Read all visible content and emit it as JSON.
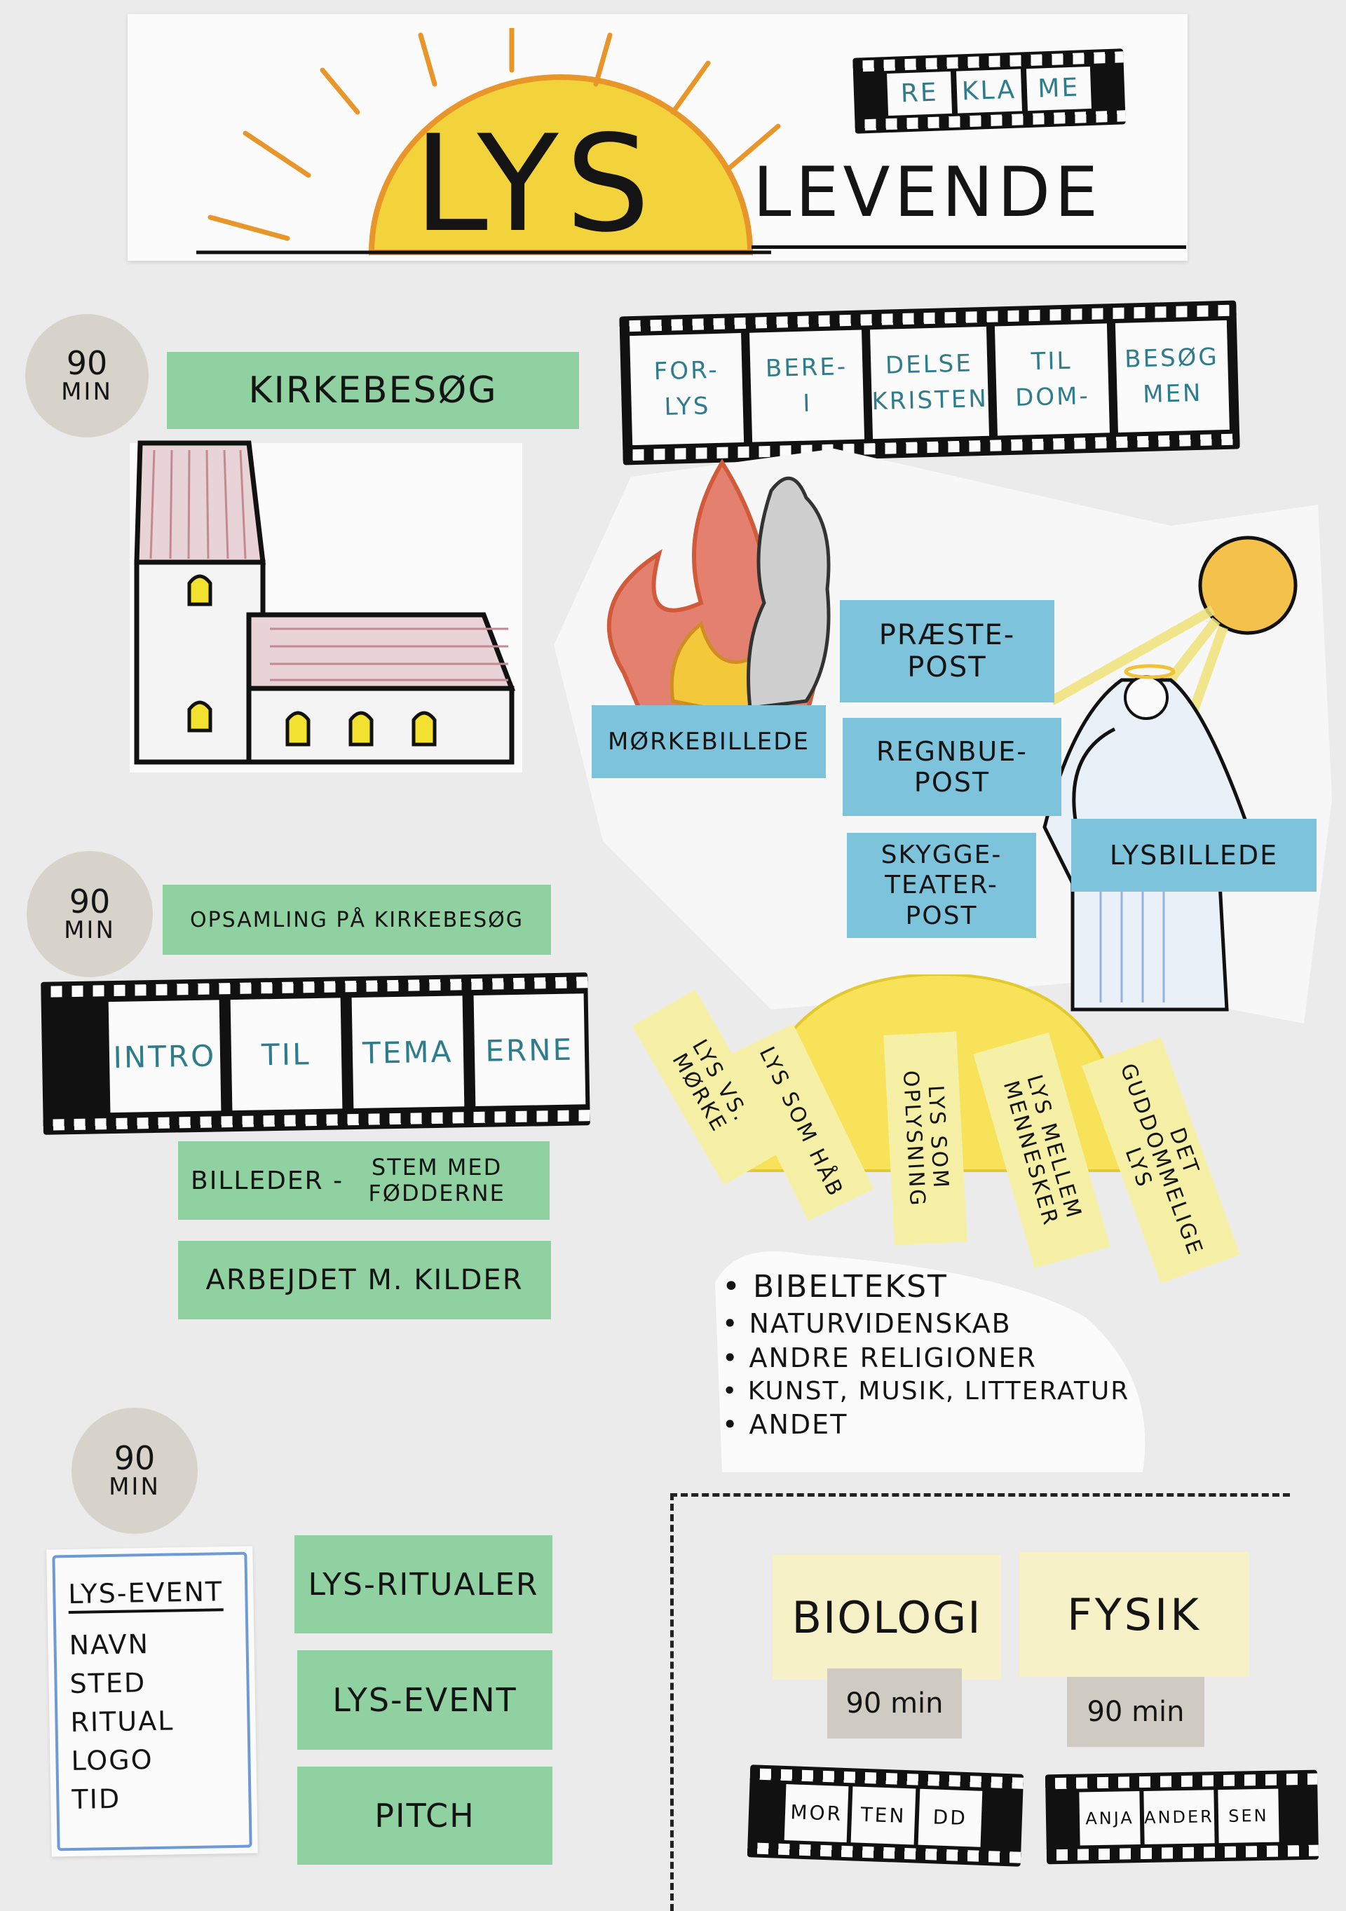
{
  "header": {
    "title_big": "LYS",
    "title_small": "LEVENDE",
    "reklame": [
      "RE",
      "KLA",
      "ME"
    ]
  },
  "section1": {
    "time": "90",
    "time_unit": "MIN",
    "kirkebesog": "KIRKEBESØG",
    "film_top": [
      "FOR-",
      "BERE-",
      "DELSE",
      "TIL",
      "BESØG"
    ],
    "film_bottom": [
      "LYS",
      "I",
      "KRISTEN",
      "DOM-",
      "MEN"
    ],
    "posts": {
      "praeste": "PRÆSTE-POST",
      "morke": "MØRKEBILLEDE",
      "regnbue": "REGNBUE-POST",
      "skygge": "SKYGGE-TEATER-POST",
      "lys": "LYSBILLEDE"
    }
  },
  "section2": {
    "time": "90",
    "time_unit": "MIN",
    "opsamling": "OPSAMLING PÅ KIRKEBESØG",
    "film": [
      "INTRO",
      "TIL",
      "TEMA",
      "ERNE"
    ],
    "billeder": "BILLEDER -",
    "stem": "STEM MED FØDDERNE",
    "arbejdet": "ARBEJDET M. KILDER",
    "themes": [
      "LYS VS. MØRKE",
      "LYS SOM HÅB",
      "LYS SOM OPLYSNING",
      "LYS MELLEM MENNESKER",
      "DET GUDDOMMELIGE LYS"
    ],
    "sources": [
      "BIBELTEKST",
      "NATURVIDENSKAB",
      "ANDRE RELIGIONER",
      "KUNST, MUSIK, LITTERATUR",
      "ANDET"
    ]
  },
  "section3": {
    "time": "90",
    "time_unit": "MIN",
    "event_card": {
      "title": "LYS-EVENT",
      "items": [
        "NAVN",
        "STED",
        "RITUAL",
        "LOGO",
        "TID"
      ]
    },
    "ritualer": "LYS-RITUALER",
    "event": "LYS-EVENT",
    "pitch": "PITCH"
  },
  "electives": {
    "biologi": "BIOLOGI",
    "fysik": "FYSIK",
    "biologi_time": "90 min",
    "fysik_time": "90 min",
    "film_left": [
      "MOR",
      "TEN",
      "DD"
    ],
    "film_right": [
      "ANJA",
      "ANDER",
      "SEN"
    ]
  },
  "colors": {
    "green": "#8fd1a1",
    "blue": "#7ec3dc",
    "yellow": "#f6f0a6",
    "teal_text": "#2f7c8d",
    "sun": "#f3d33c",
    "sun_outline": "#e8962a"
  }
}
